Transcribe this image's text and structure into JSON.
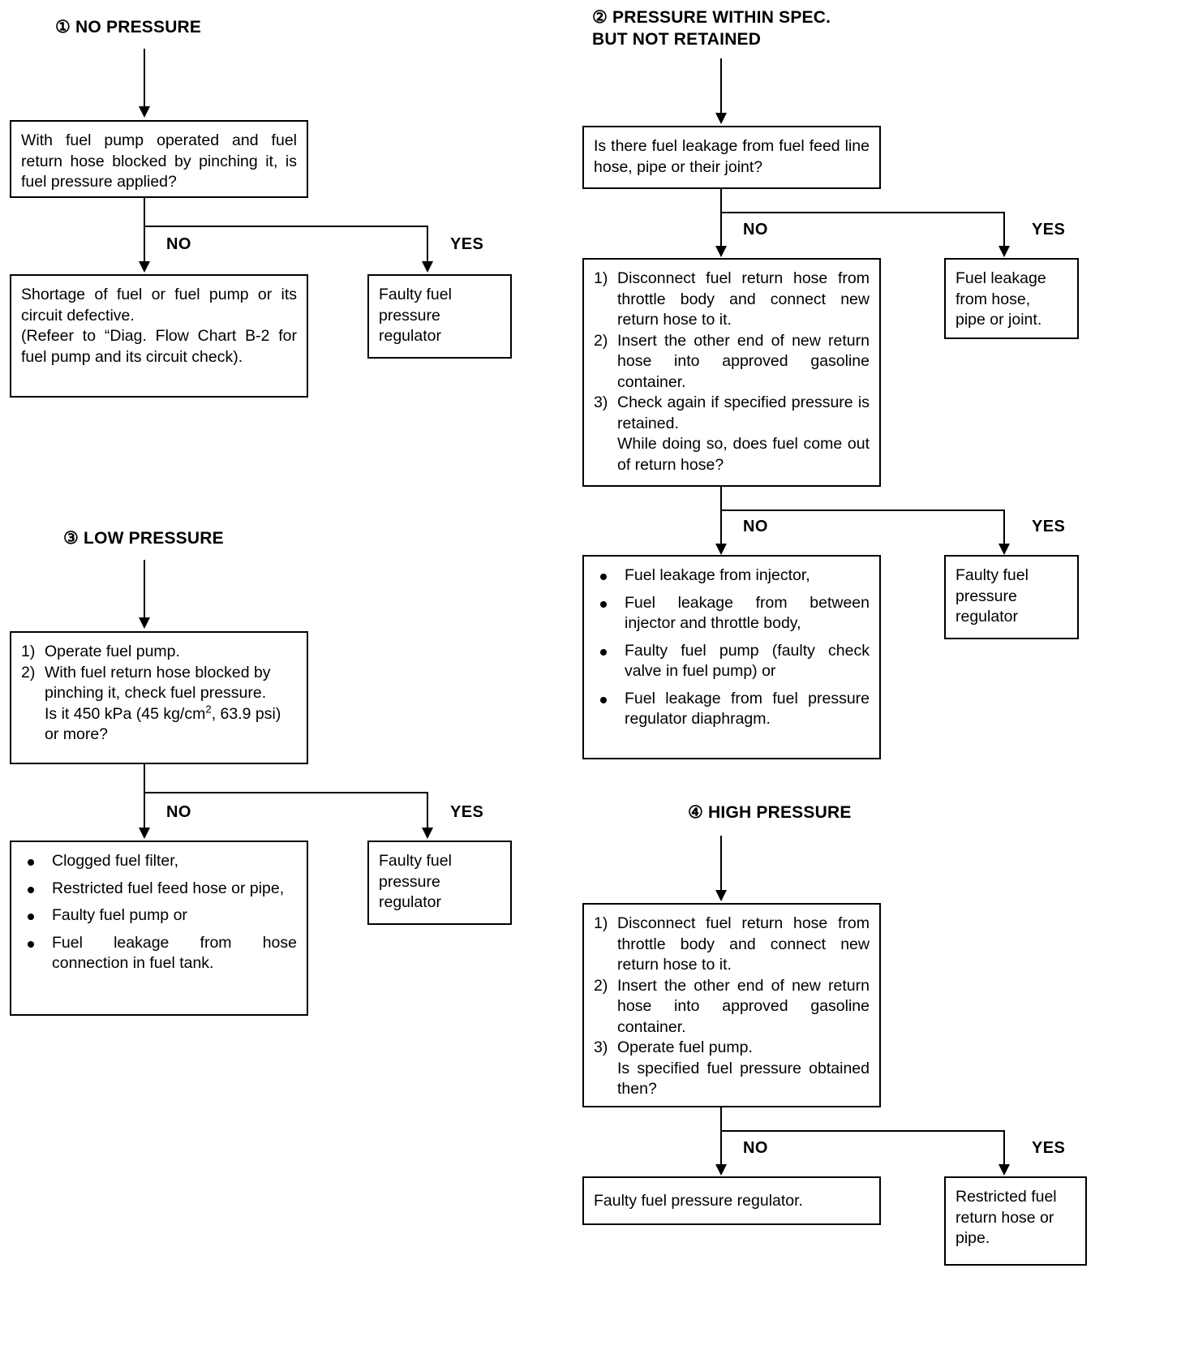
{
  "sections": {
    "s1": {
      "heading": "① NO PRESSURE"
    },
    "s2": {
      "heading": "② PRESSURE WITHIN SPEC.\n    BUT NOT RETAINED"
    },
    "s3": {
      "heading": "③ LOW PRESSURE"
    },
    "s4": {
      "heading": "④ HIGH PRESSURE"
    }
  },
  "labels": {
    "no": "NO",
    "yes": "YES"
  },
  "boxes": {
    "b1_question": "With fuel pump operated and fuel return hose blocked by pinching it, is fuel pressure applied?",
    "b1_no": "Shortage of fuel or fuel pump or its circuit defective.\n(Refeer to “Diag. Flow Chart B-2 for fuel pump and its circuit check).",
    "b1_yes": "Faulty fuel\npressure\nregulator",
    "b2_question": "Is there fuel leakage from fuel feed line hose, pipe or their joint?",
    "b2_yes": "Fuel leakage\nfrom hose,\npipe or joint.",
    "b2_steps": [
      {
        "num": "1)",
        "text": "Disconnect fuel return hose from throttle body and connect new return hose to it."
      },
      {
        "num": "2)",
        "text": "Insert the other end of new return hose into approved gasoline container."
      },
      {
        "num": "3)",
        "text": "Check again if specified pressure is retained.",
        "cont": "While doing so, does fuel come out of return hose?"
      }
    ],
    "b2_result_yes": "Faulty fuel\npressure\nregulator",
    "b2_result_no": [
      "Fuel leakage from injector,",
      "Fuel leakage from between injector and throttle body,",
      "Faulty fuel pump (faulty check valve in fuel pump) or",
      "Fuel leakage from fuel pressure regulator diaphragm."
    ],
    "b3_steps": [
      {
        "num": "1)",
        "text": "Operate fuel pump."
      },
      {
        "num": "2)",
        "text": "With fuel return hose blocked by pinching it, check fuel pressure.",
        "cont_pre": "Is it 450 kPa (45 kg/cm",
        "cont_sup": "2",
        "cont_post": ", 63.9 psi) or more?"
      }
    ],
    "b3_no": [
      "Clogged fuel filter,",
      "Restricted fuel feed hose or pipe,",
      "Faulty fuel pump or",
      "Fuel leakage from hose connection in fuel tank."
    ],
    "b3_yes": "Faulty fuel\npressure\nregulator",
    "b4_steps": [
      {
        "num": "1)",
        "text": "Disconnect fuel return hose from throttle body and connect new return hose to it."
      },
      {
        "num": "2)",
        "text": "Insert the other end of new return hose into approved gasoline container."
      },
      {
        "num": "3)",
        "text": "Operate fuel pump.",
        "cont": "Is specified fuel pressure obtained then?"
      }
    ],
    "b4_no": "Faulty fuel pressure regulator.",
    "b4_yes": "Restricted fuel\nreturn hose or\npipe."
  },
  "colors": {
    "ink": "#000000",
    "paper": "#ffffff"
  }
}
